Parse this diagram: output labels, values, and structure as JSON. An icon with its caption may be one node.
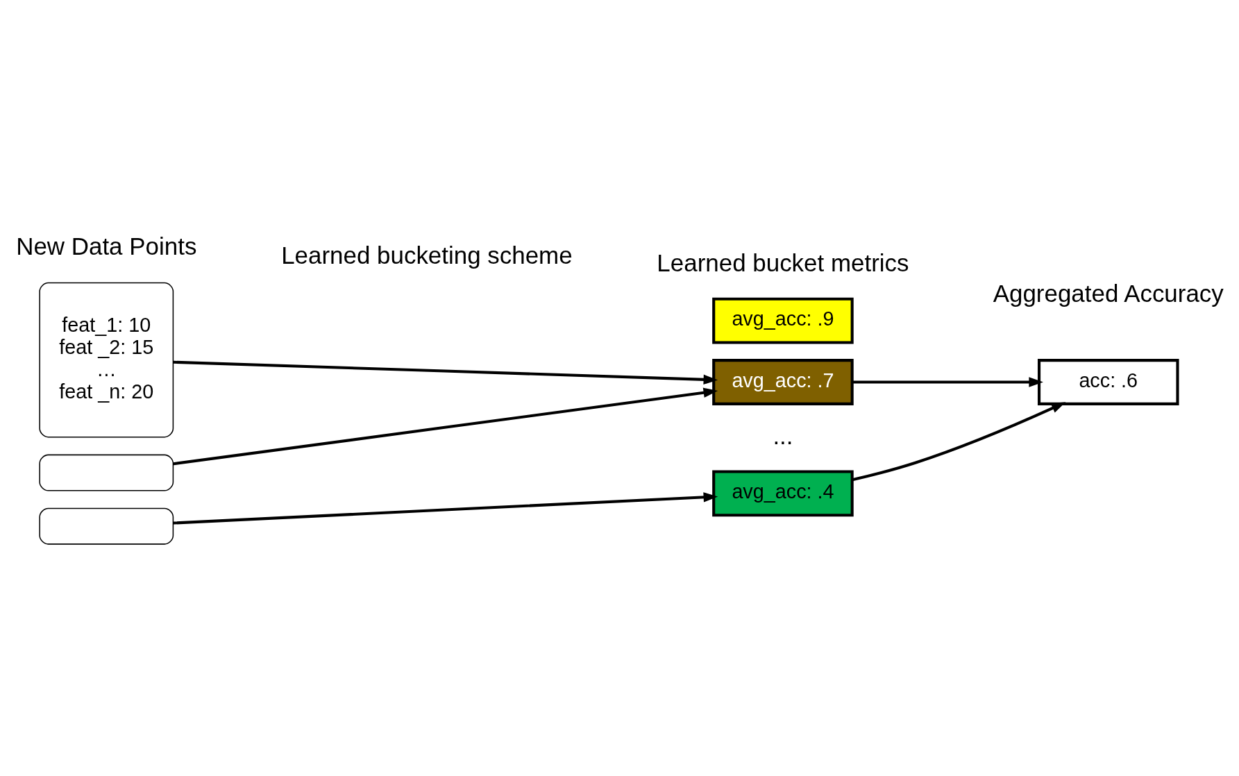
{
  "diagram": {
    "nodes": [
      {
        "text": [
          "feat_1: 10",
          "feat _2: 15",
          "…",
          "feat _n: 20"
        ]
      },
      {
        "text": [],
        "shape": "box"
      },
      {
        "text": [],
        "shape": "box"
      },
      {
        "text": [
          "avg_acc: .9"
        ]
      },
      {
        "text": [
          "avg_acc: .7"
        ]
      },
      {
        "text": [
          "avg_acc: .4"
        ]
      },
      {
        "text": [
          "acc: .6"
        ]
      }
    ],
    "edges": [
      {
        "from": 0,
        "to": 4,
        "arrow": "to"
      },
      {
        "from": 1,
        "to": 4,
        "arrow": "to"
      },
      {
        "from": 2,
        "to": 5,
        "arrow": "to"
      },
      {
        "from": 4,
        "to": 6,
        "arrow": "to"
      },
      {
        "from": 5,
        "to": 6,
        "arrow": "to"
      }
    ],
    "labels": [
      "New Data Points",
      "Learned bucketing scheme",
      "Learned bucket metrics",
      "Aggregated Accuracy",
      "..."
    ]
  }
}
